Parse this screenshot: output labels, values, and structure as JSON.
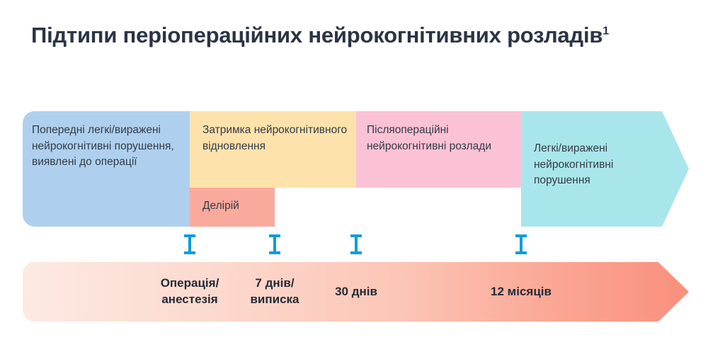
{
  "title": {
    "text": "Підтипи періопераційних нейрокогнітивних розладів",
    "footnote": "1"
  },
  "colors": {
    "preexisting": "#aed0ee",
    "delayed_recovery": "#fde2ac",
    "delirium": "#f9aa9c",
    "postoperative_ncd": "#fbc2d6",
    "mild_major_ncd": "#a9e6ec",
    "tick": "#0d9ddb",
    "timeline_start": "#fdeae3",
    "timeline_end": "#f8907c",
    "text": "#2b3445"
  },
  "phases": [
    {
      "id": "preexisting",
      "label": "Попередні легкі/виражені нейрокогнітивні порушення, виявлені до операції"
    },
    {
      "id": "delayed-neurocognitive-recovery",
      "label": "Затримка нейрокогнітивного відновлення"
    },
    {
      "id": "delirium",
      "label": "Делірій"
    },
    {
      "id": "postoperative-ncd",
      "label": "Післяопераційні нейрокогнітивні розлади"
    },
    {
      "id": "mild-major-ncd",
      "label": "Легкі/виражені нейрокогнітивні порушення"
    }
  ],
  "timeline": {
    "milestones": [
      {
        "id": "surgery",
        "label": "Операція/\nанестезія"
      },
      {
        "id": "7-days",
        "label": "7 днів/\nвиписка"
      },
      {
        "id": "30-days",
        "label": "30 днів"
      },
      {
        "id": "12-months",
        "label": "12 місяців"
      }
    ]
  }
}
